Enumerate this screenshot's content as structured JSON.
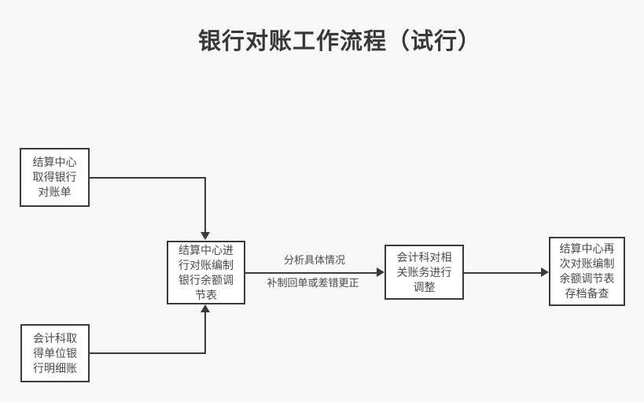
{
  "title": "银行对账工作流程（试行）",
  "colors": {
    "background": "#f8f8f8",
    "node_fill": "#ffffff",
    "stroke": "#3a3a3a",
    "text": "#4a4a4a",
    "title_text": "#383838"
  },
  "flowchart": {
    "nodes": [
      {
        "id": "settlement-center-obtains-bank-statement",
        "lines": [
          "结算中心",
          "取得银行",
          "对账单"
        ]
      },
      {
        "id": "accounting-obtains-unit-bank-detail-ledger",
        "lines": [
          "会计科取",
          "得单位银",
          "行明细账"
        ]
      },
      {
        "id": "settlement-center-reconcile-prepare-adjustment-table",
        "lines": [
          "结算中心进",
          "行对账编制",
          "银行余额调",
          "节表"
        ]
      },
      {
        "id": "accounting-adjusts-related-accounts",
        "lines": [
          "会计科对相",
          "关账务进行",
          "调整"
        ]
      },
      {
        "id": "settlement-center-re-reconcile-archive",
        "lines": [
          "结算中心再",
          "次对账编制",
          "余额调节表",
          "存档备查"
        ]
      }
    ],
    "edge_labels": {
      "above": "分析具体情况",
      "below": "补制回单或差错更正"
    }
  }
}
